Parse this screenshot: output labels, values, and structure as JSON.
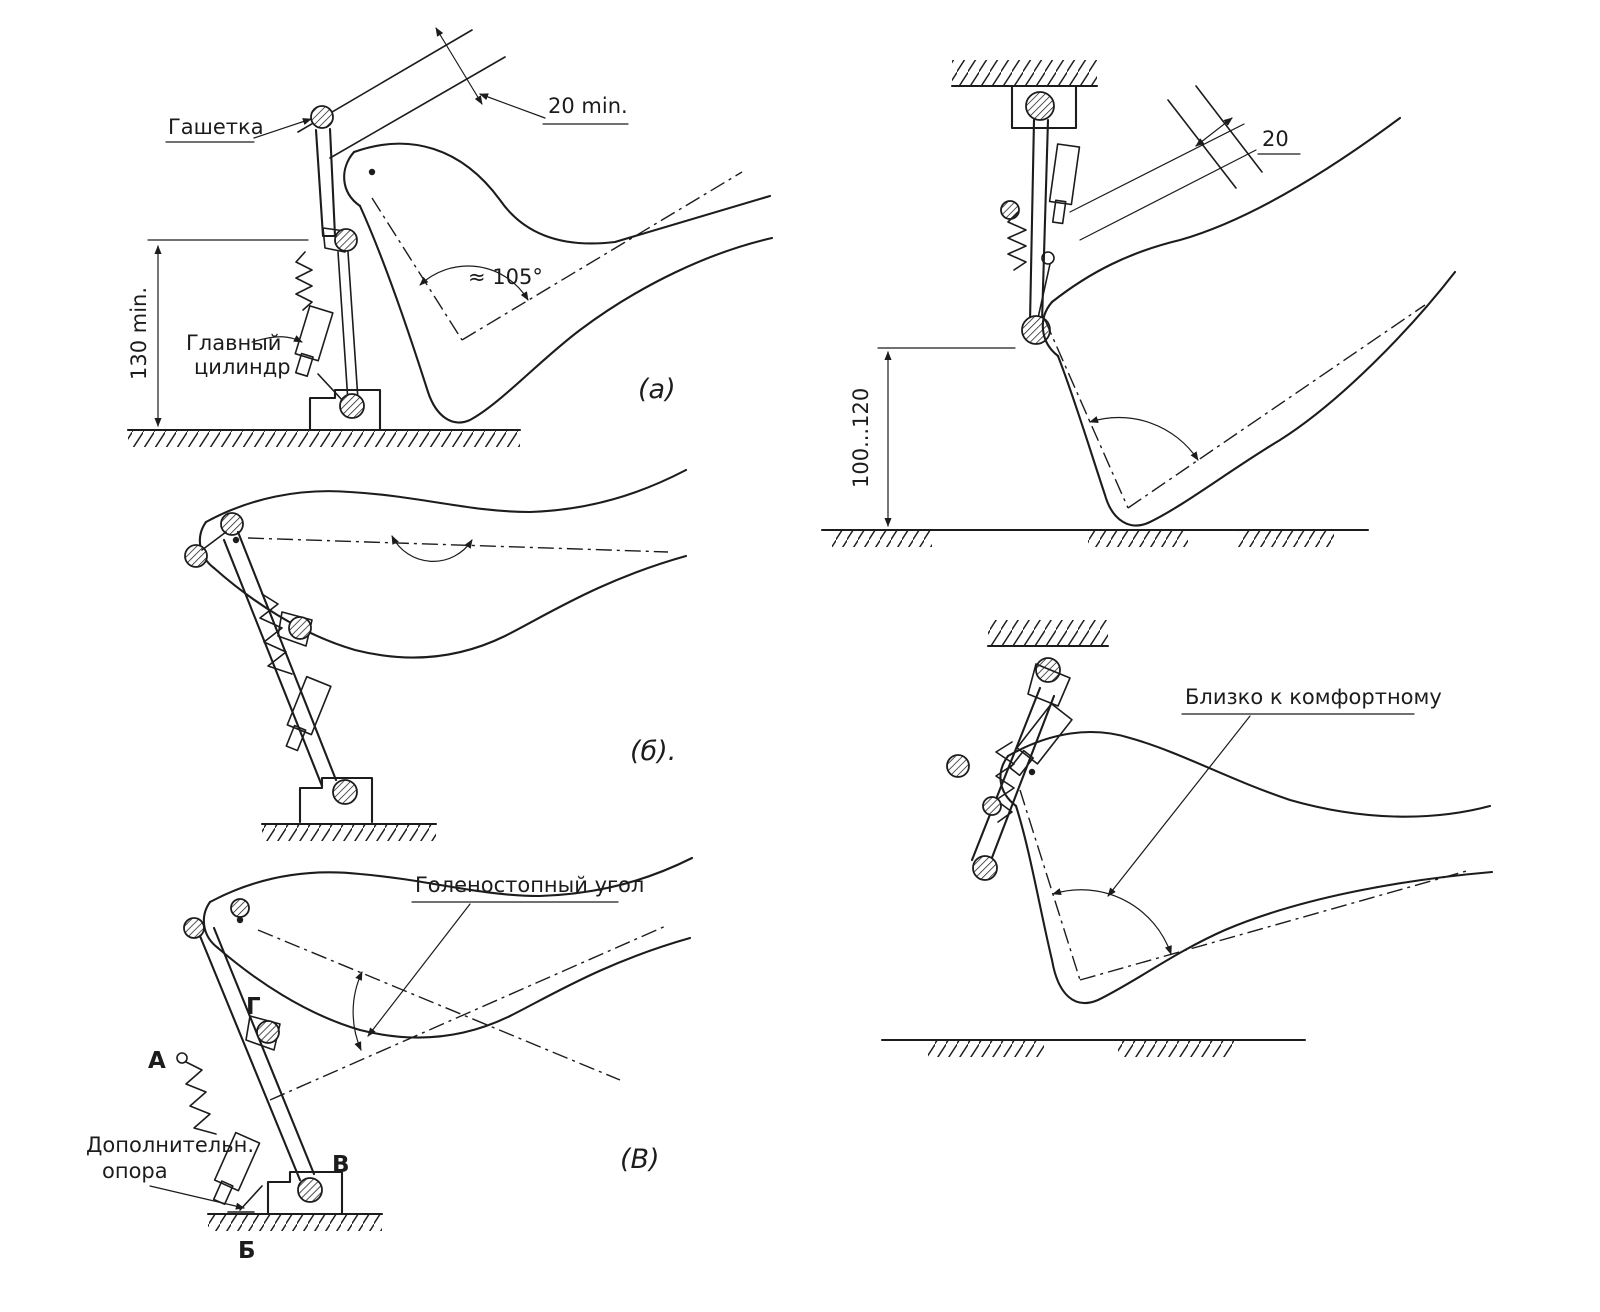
{
  "page": {
    "background": "#ffffff",
    "ink_color": "#1c1c1c"
  },
  "figures": {
    "a": {
      "caption": "(а)",
      "trigger_label": "Гашетка",
      "master_cylinder_1": "Главный",
      "master_cylinder_2": "цилиндр",
      "height_dim": "130 min.",
      "travel_dim": "20 min.",
      "ankle_angle": "≈ 105°"
    },
    "top_right": {
      "travel_dim": "20",
      "height_dim": "100...120"
    },
    "b": {
      "caption": "(б)."
    },
    "v": {
      "caption": "(В)",
      "ankle_angle_label": "Голеностопный угол",
      "support_label_1": "Дополнительн.",
      "support_label_2": "опора",
      "point_a": "А",
      "point_b": "Б",
      "point_v": "В",
      "point_g": "Г"
    },
    "bottom_right": {
      "comfort_label": "Близко к комфортному"
    }
  }
}
